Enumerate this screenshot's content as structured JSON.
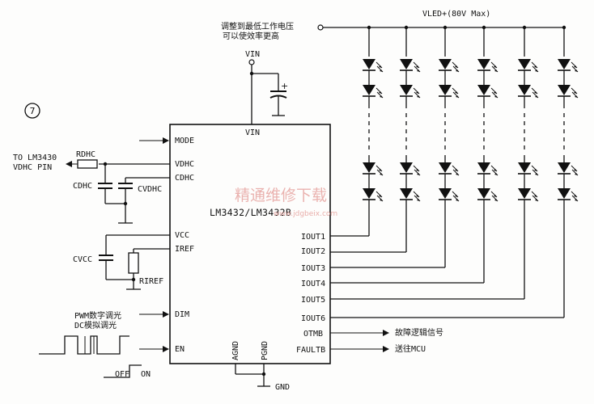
{
  "labels": {
    "side_marker": "7",
    "vin_top": "VIN",
    "vin_pin": "VIN",
    "note_line1": "调整到最低工作电压",
    "note_line2": "可以使效率更高",
    "vled": "VLED+(80V Max)",
    "to_lm_line1": "TO LM3430",
    "to_lm_line2": "VDHC PIN",
    "rdhc": "RDHC",
    "cdhc": "CDHC",
    "cvdhc": "CVDHC",
    "cvcc": "CVCC",
    "riref": "RIREF",
    "pwm_line1": "PWM数字调光",
    "pwm_line2": "DC模拟调光",
    "off": "OFF",
    "on": "ON",
    "chip_name": "LM3432/LM3432B",
    "gnd": "GND",
    "fault_out": "故障逻辑信号",
    "mcu_out": "送往MCU",
    "plus": "+"
  },
  "pins_left": [
    "MODE",
    "VDHC",
    "CDHC",
    "VCC",
    "IREF",
    "DIM",
    "EN"
  ],
  "pins_right": [
    "IOUT1",
    "IOUT2",
    "IOUT3",
    "IOUT4",
    "IOUT5",
    "IOUT6",
    "OTMB",
    "FAULTB"
  ],
  "pins_bottom": [
    "AGND",
    "PGND"
  ],
  "watermark": {
    "main": "精通维修下载",
    "url": "www.jdgbeix.com"
  }
}
